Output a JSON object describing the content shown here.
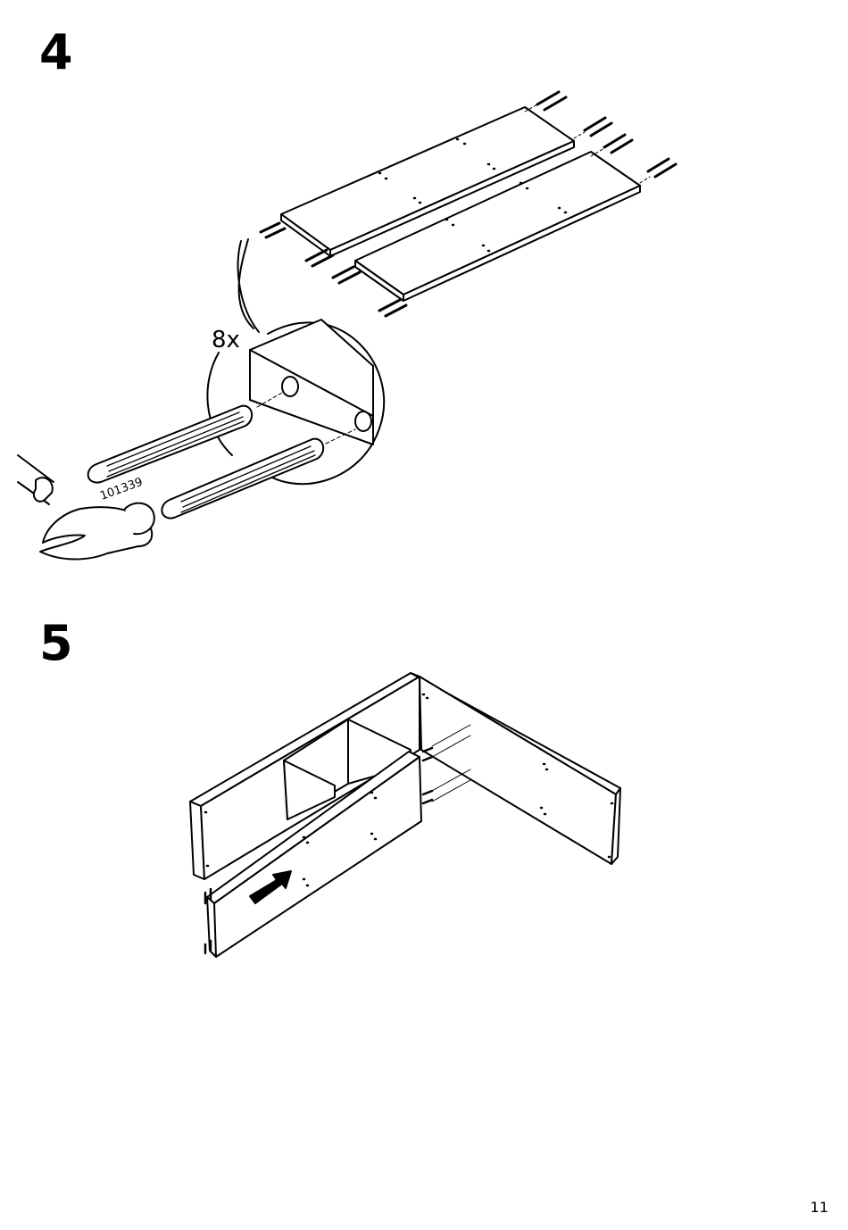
{
  "steps": [
    {
      "number": "4",
      "quantity": "8x",
      "part_number": "101339"
    },
    {
      "number": "5"
    }
  ],
  "page_number": "11",
  "icons": [
    "dowel-icon",
    "hammer-icon",
    "shelf-board-icon",
    "bookcase-frame-icon",
    "direction-arrow-icon"
  ]
}
